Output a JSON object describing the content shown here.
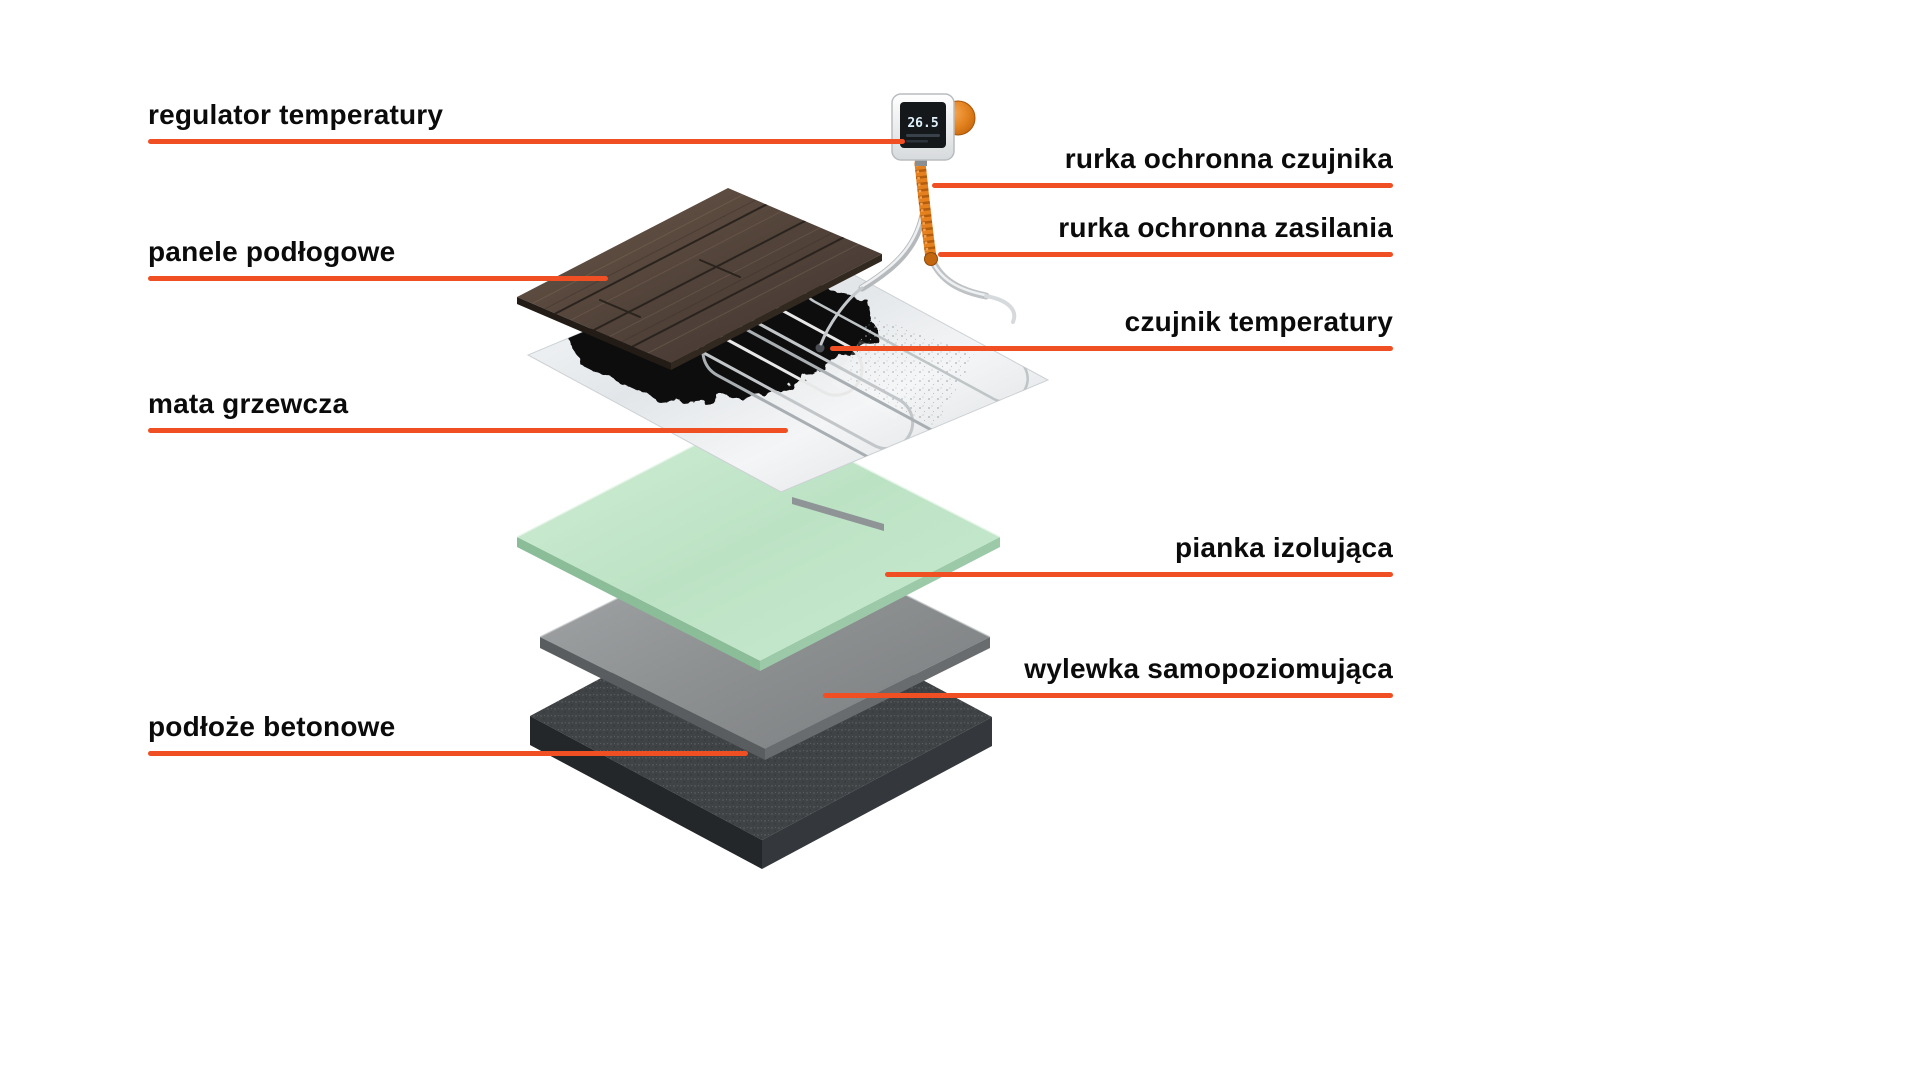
{
  "diagram": {
    "labels": [
      {
        "id": "regulator-temperatury",
        "text": "regulator temperatury",
        "side": "left"
      },
      {
        "id": "rurka-ochronna-czujnika",
        "text": "rurka ochronna czujnika",
        "side": "right"
      },
      {
        "id": "rurka-ochronna-zasilania",
        "text": "rurka ochronna zasilania",
        "side": "right"
      },
      {
        "id": "czujnik-temperatury",
        "text": "czujnik temperatury",
        "side": "right"
      },
      {
        "id": "panele-podlogowe",
        "text": "panele podłogowe",
        "side": "left"
      },
      {
        "id": "mata-grzewcza",
        "text": "mata grzewcza",
        "side": "left"
      },
      {
        "id": "pianka-izolujaca",
        "text": "pianka izolująca",
        "side": "right"
      },
      {
        "id": "wylewka-samopoziomujaca",
        "text": "wylewka samopoziomująca",
        "side": "right"
      },
      {
        "id": "podloze-betonowe",
        "text": "podłoże betonowe",
        "side": "left"
      }
    ],
    "thermostat": {
      "display": "26.5"
    },
    "colors": {
      "accent": "#F04E23",
      "text": "#0B0B0B",
      "background": "#FFFFFF",
      "foam_green": "#BEE3C6",
      "screed_gray": "#8E9192",
      "concrete_dark": "#3F4244",
      "wood_brown": "#564639",
      "mat_silver": "#E8EAEC",
      "tube_orange": "#E5801F"
    }
  }
}
